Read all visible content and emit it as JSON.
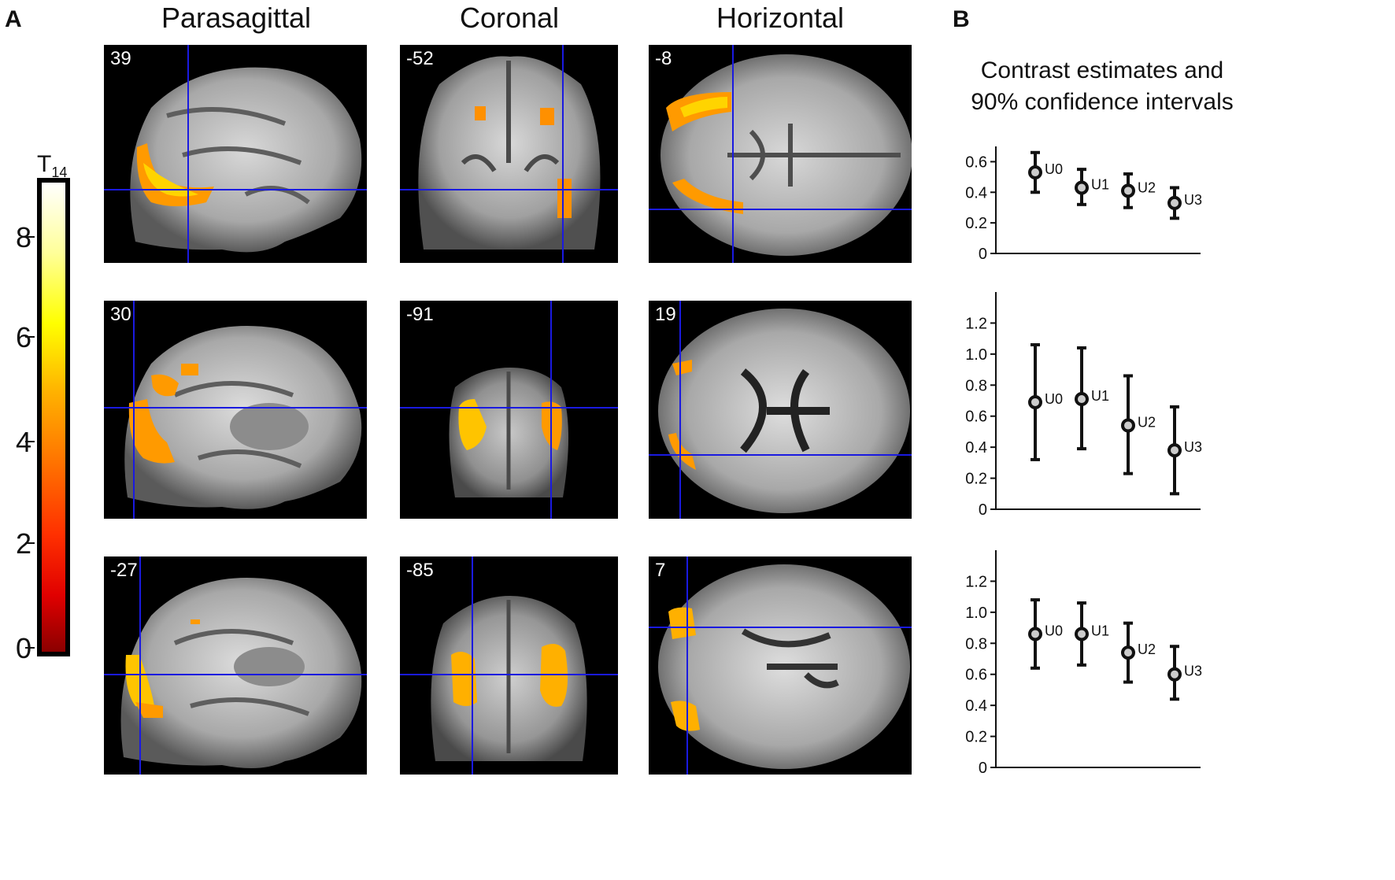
{
  "panel_labels": {
    "a": "A",
    "b": "B"
  },
  "columns": [
    "Parasagittal",
    "Coronal",
    "Horizontal"
  ],
  "colorbar": {
    "title": "T",
    "subscript": "14",
    "ticks": [
      "8",
      "6",
      "4",
      "2",
      "0"
    ],
    "range": [
      0,
      9.2
    ],
    "colors": [
      "#8b0000",
      "#ff0000",
      "#ff8c00",
      "#ffff00",
      "#ffffff"
    ]
  },
  "slices": [
    [
      "39",
      "-52",
      "-8"
    ],
    [
      "30",
      "-91",
      "19"
    ],
    [
      "-27",
      "-85",
      "7"
    ]
  ],
  "panel_b_title": [
    "Contrast estimates and",
    "90% confidence intervals"
  ],
  "chart_data": [
    {
      "type": "scatter",
      "categories": [
        "U0",
        "U1",
        "U2",
        "U3"
      ],
      "values": [
        0.53,
        0.43,
        0.41,
        0.33
      ],
      "ci_low": [
        0.4,
        0.32,
        0.3,
        0.23
      ],
      "ci_high": [
        0.66,
        0.55,
        0.52,
        0.43
      ],
      "ylim": [
        0,
        0.7
      ],
      "yticks": [
        "0",
        "0.2",
        "0.4",
        "0.6"
      ],
      "ytick_values": [
        0,
        0.2,
        0.4,
        0.6
      ]
    },
    {
      "type": "scatter",
      "categories": [
        "U0",
        "U1",
        "U2",
        "U3"
      ],
      "values": [
        0.69,
        0.71,
        0.54,
        0.38
      ],
      "ci_low": [
        0.32,
        0.39,
        0.23,
        0.1
      ],
      "ci_high": [
        1.06,
        1.04,
        0.86,
        0.66
      ],
      "ylim": [
        0,
        1.4
      ],
      "yticks": [
        "0",
        "0.2",
        "0.4",
        "0.6",
        "0.8",
        "1.0",
        "1.2"
      ],
      "ytick_values": [
        0,
        0.2,
        0.4,
        0.6,
        0.8,
        1.0,
        1.2
      ]
    },
    {
      "type": "scatter",
      "categories": [
        "U0",
        "U1",
        "U2",
        "U3"
      ],
      "values": [
        0.86,
        0.86,
        0.74,
        0.6
      ],
      "ci_low": [
        0.64,
        0.66,
        0.55,
        0.44
      ],
      "ci_high": [
        1.08,
        1.06,
        0.93,
        0.78
      ],
      "ylim": [
        0,
        1.4
      ],
      "yticks": [
        "0",
        "0.2",
        "0.4",
        "0.6",
        "0.8",
        "1.0",
        "1.2"
      ],
      "ytick_values": [
        0,
        0.2,
        0.4,
        0.6,
        0.8,
        1.0,
        1.2
      ]
    }
  ]
}
